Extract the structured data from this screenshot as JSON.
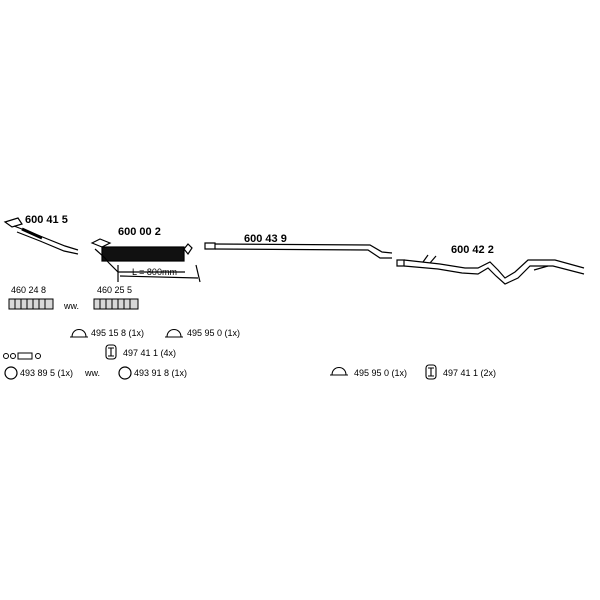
{
  "parts": {
    "p1": "600 41 5",
    "p2": "600 00 2",
    "p3": "600 43 9",
    "p4": "600 42 2",
    "length_note": "L = 800mm"
  },
  "accessories": {
    "a1": "460 24 8",
    "a1_suffix": "ww.",
    "a2": "460 25 5",
    "c1": "495 15 8 (1x)",
    "c2": "495 95 0 (1x)",
    "m1": "497 41 1 (4x)",
    "r1": "493 89 5 (1x)",
    "r1_suffix": "ww.",
    "r2": "493 91 8 (1x)",
    "c3": "495 95 0 (1x)",
    "m2": "497 41 1 (2x)"
  }
}
